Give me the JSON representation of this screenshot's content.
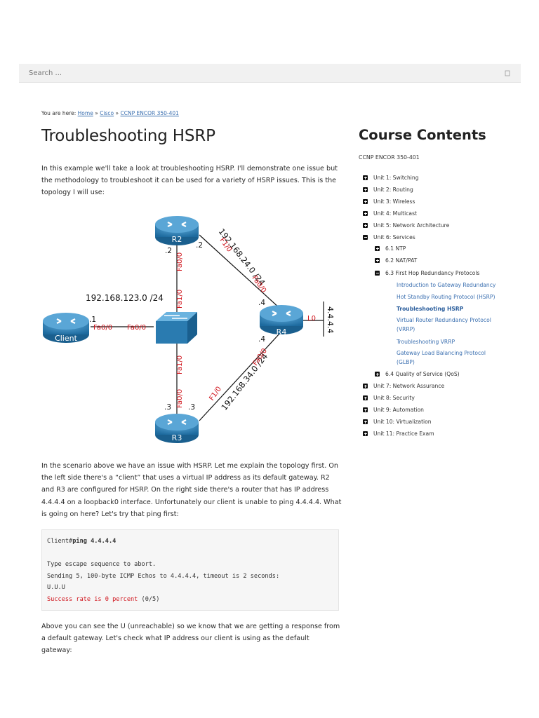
{
  "search": {
    "placeholder": "Search ..."
  },
  "breadcrumb": {
    "prefix": "You are here:",
    "home": "Home",
    "sep": "»",
    "cisco": "Cisco",
    "course": "CCNP ENCOR 350-401"
  },
  "article": {
    "title": "Troubleshooting HSRP",
    "intro": "In this example we'll take a look at troubleshooting HSRP. I'll demonstrate one issue but the methodology to troubleshoot it can be used for a variety of HSRP issues. This is the topology I will use:",
    "scenario": "In the scenario above we have an issue with HSRP. Let me explain the topology first. On the left side there's a “client” that uses a virtual IP address as its default gateway. R2 and R3 are configured for HSRP. On the right side there's a router that has IP address 4.4.4.4 on a loopback0 interface. Unfortunately our client is unable to ping 4.4.4.4. What is going on here? Let's try that ping first:",
    "after_code": "Above you can see the U (unreachable) so we know that we are getting a response from a default gateway. Let's check what IP address our client is using as the default gateway:"
  },
  "code": {
    "prompt": "Client#",
    "command": "ping 4.4.4.4",
    "lines": [
      "",
      "Type escape sequence to abort.",
      "Sending 5, 100-byte ICMP Echos to 4.4.4.4, timeout is 2 seconds:",
      "U.U.U"
    ],
    "result_red": "Success rate is 0 percent",
    "result_rest": " (0/5)",
    "result_color": "#d0131b"
  },
  "diagram": {
    "devices": {
      "r2": "R2",
      "r3": "R3",
      "r4": "R4",
      "client": "Client"
    },
    "subnets": {
      "left": "192.168.123.0 /24",
      "top": "192.168.24.0 /24",
      "bottom": "192.168.34.0 /24"
    },
    "loopback": "4.4.4.4",
    "interfaces": {
      "r2_to_switch": "Fa0/0",
      "switch_to_r2": "Fa1/0",
      "r2_to_r4": "F1/0",
      "r4_to_r2": "Fa0/0",
      "client_if": "Fa0/0",
      "switch_to_client": "Fa0/0",
      "r4_lo": "L0",
      "switch_to_r3": "Fa1/0",
      "r3_to_switch": "Fa0/0",
      "r3_to_r4": "F1/0",
      "r4_to_r3": "Fa0/0"
    },
    "host_ids": {
      "r2_left": ".2",
      "r2_right": ".2",
      "client": ".1",
      "r4_top": ".4",
      "r4_bottom": ".4",
      "r3_left": ".3",
      "r3_right": ".3"
    },
    "label_color": "#d0131b",
    "device_color": "#2a7bb0"
  },
  "sidebar": {
    "title": "Course Contents",
    "course": "CCNP ENCOR 350-401",
    "items": [
      {
        "label": "Unit 1: Switching",
        "state": "collapsed"
      },
      {
        "label": "Unit 2: Routing",
        "state": "collapsed"
      },
      {
        "label": "Unit 3: Wireless",
        "state": "collapsed"
      },
      {
        "label": "Unit 4: Multicast",
        "state": "collapsed"
      },
      {
        "label": "Unit 5: Network Architecture",
        "state": "collapsed"
      },
      {
        "label": "Unit 6: Services",
        "state": "expanded"
      },
      {
        "label": "6.1 NTP",
        "state": "collapsed"
      },
      {
        "label": "6.2 NAT/PAT",
        "state": "collapsed"
      },
      {
        "label": "6.3 First Hop Redundancy Protocols",
        "state": "expanded"
      },
      {
        "label": "Introduction to Gateway Redundancy"
      },
      {
        "label": "Hot Standby Routing Protocol (HSRP)"
      },
      {
        "label": "Troubleshooting HSRP",
        "state": "current"
      },
      {
        "label": "Virtual Router Redundancy Protocol (VRRP)"
      },
      {
        "label": "Troubleshooting VRRP"
      },
      {
        "label": "Gateway Load Balancing Protocol (GLBP)"
      },
      {
        "label": "6.4 Quality of Service (QoS)",
        "state": "collapsed"
      },
      {
        "label": "Unit 7: Network Assurance",
        "state": "collapsed"
      },
      {
        "label": "Unit 8: Security",
        "state": "collapsed"
      },
      {
        "label": "Unit 9: Automation",
        "state": "collapsed"
      },
      {
        "label": "Unit 10: Virtualization",
        "state": "collapsed"
      },
      {
        "label": "Unit 11: Practice Exam",
        "state": "collapsed"
      }
    ]
  }
}
